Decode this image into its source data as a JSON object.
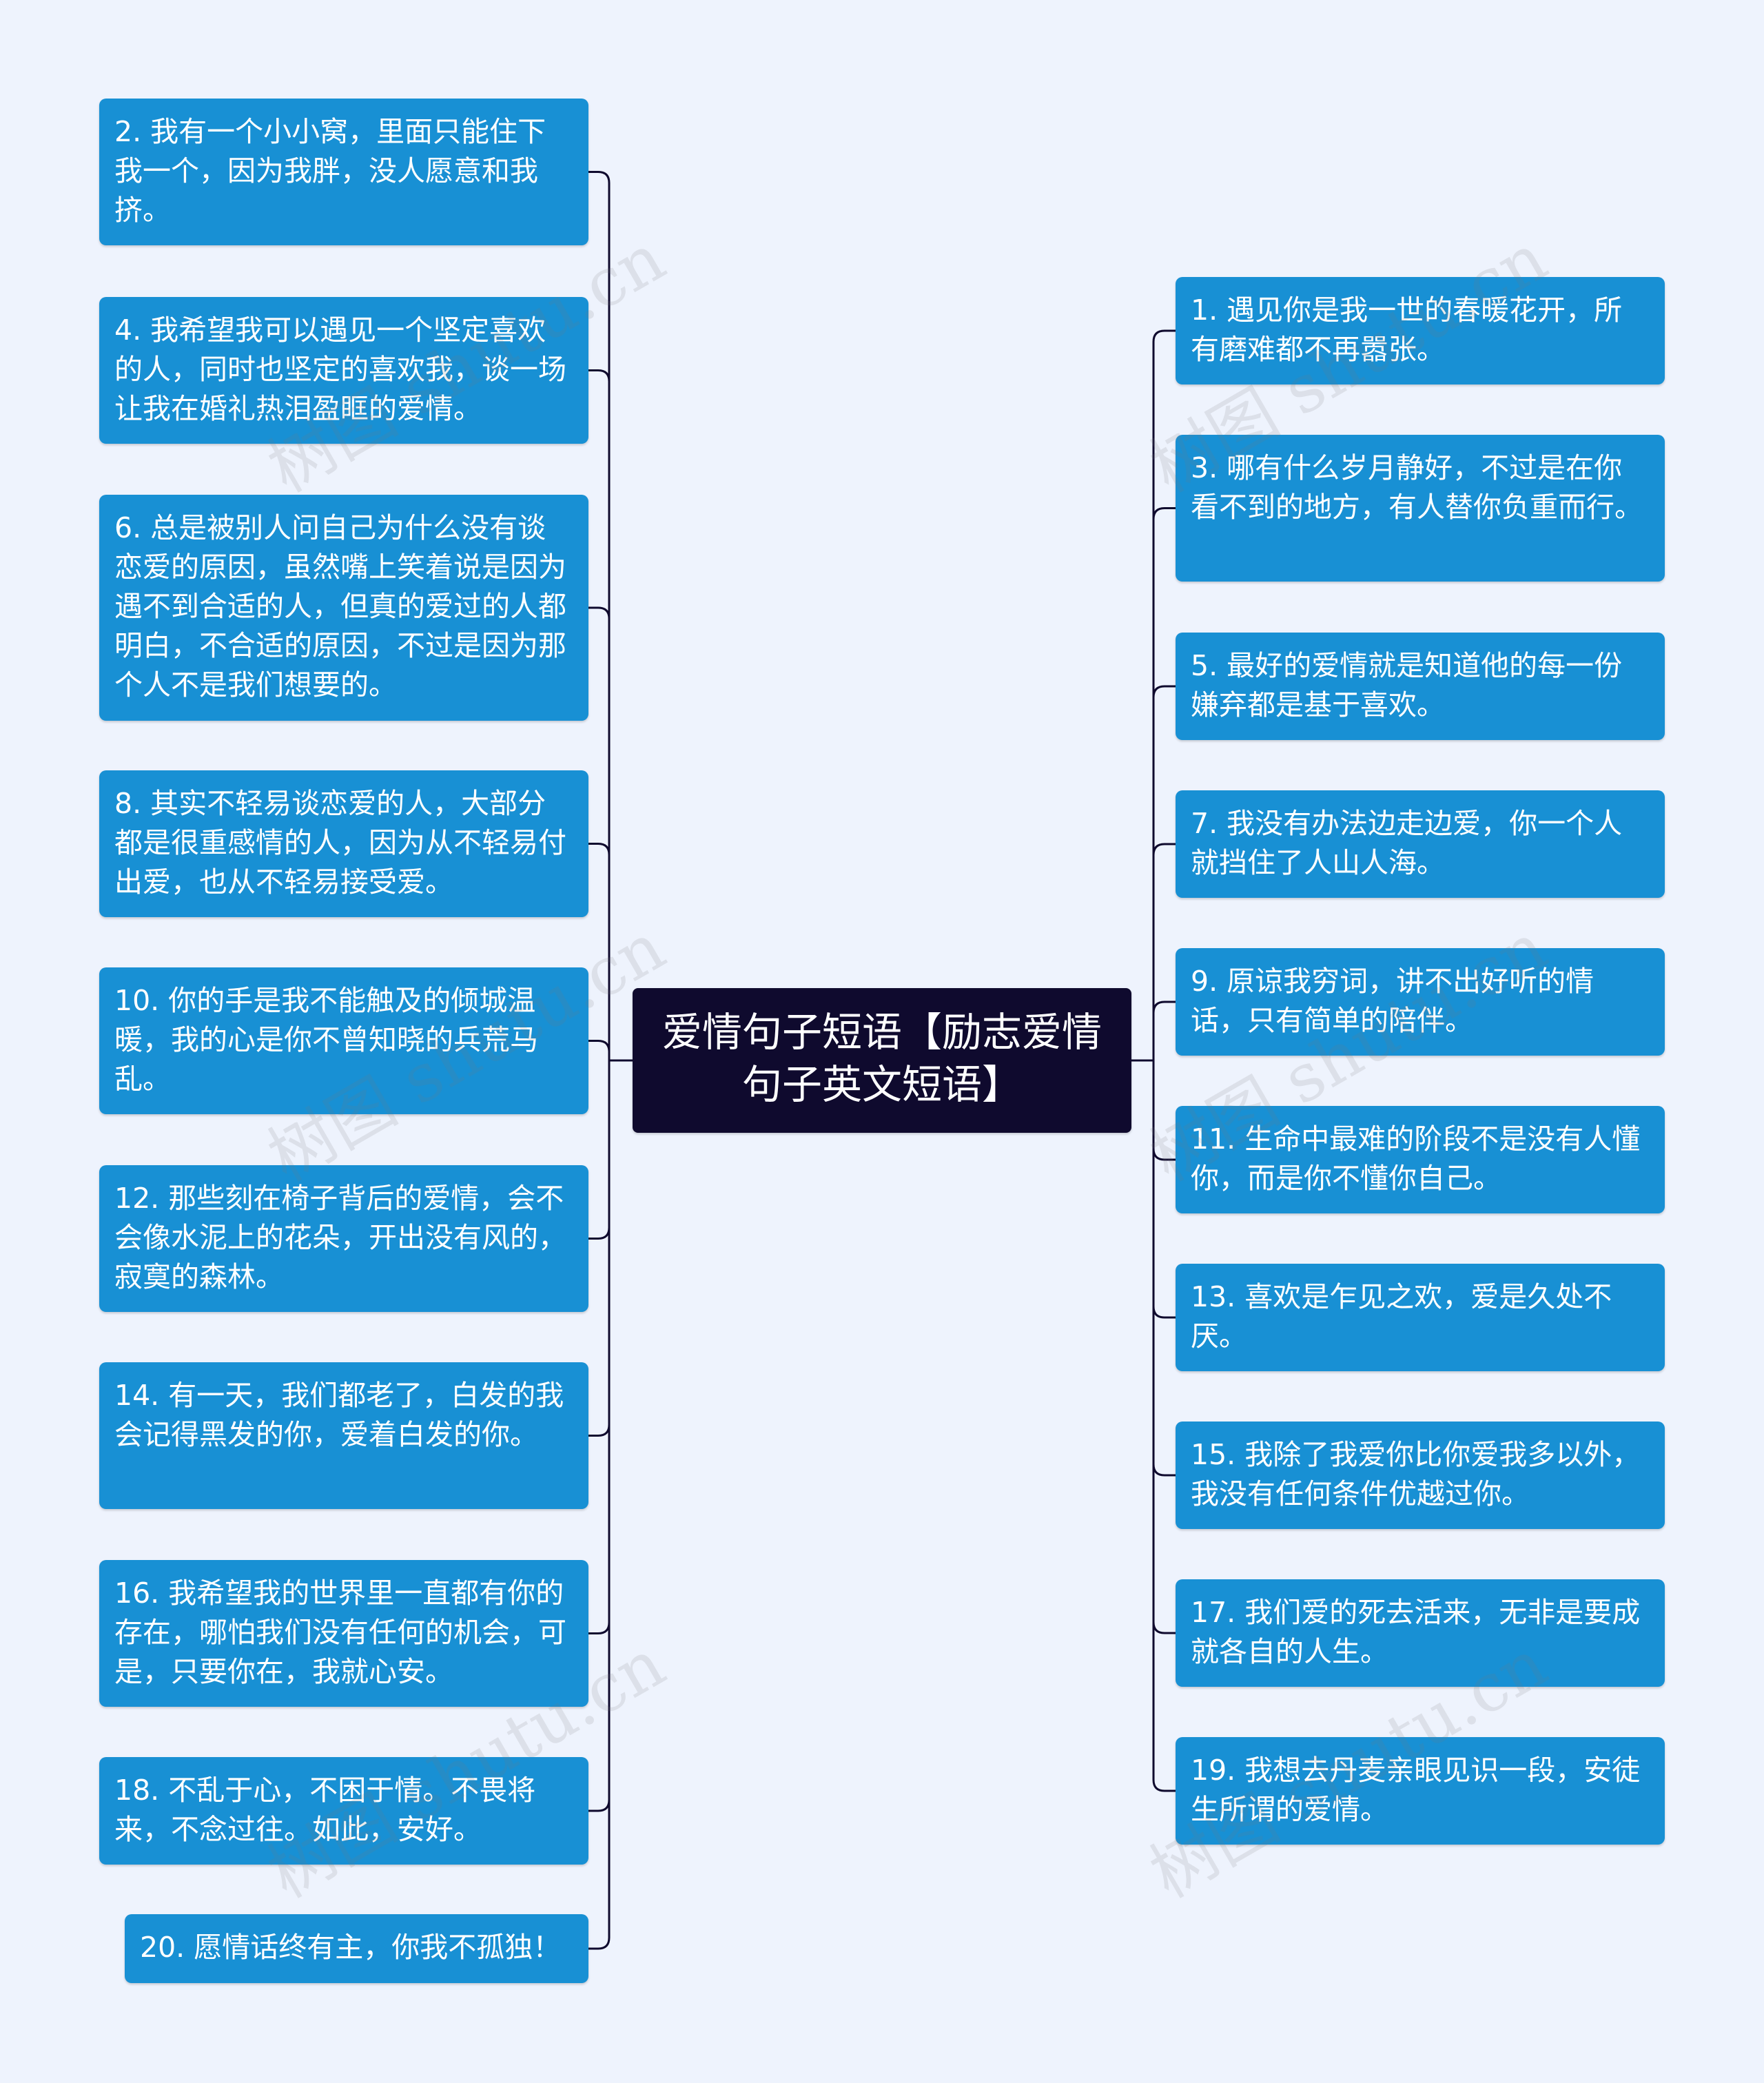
{
  "center": {
    "text": "爱情句子短语【励志爱情句子英文短语】"
  },
  "left_nodes": [
    {
      "text": "2. 我有一个小小窝，里面只能住下我一个，因为我胖，没人愿意和我挤。"
    },
    {
      "text": "4. 我希望我可以遇见一个坚定喜欢的人，同时也坚定的喜欢我，谈一场让我在婚礼热泪盈眶的爱情。"
    },
    {
      "text": "6. 总是被别人问自己为什么没有谈恋爱的原因，虽然嘴上笑着说是因为遇不到合适的人，但真的爱过的人都明白，不合适的原因，不过是因为那个人不是我们想要的。"
    },
    {
      "text": "8. 其实不轻易谈恋爱的人，大部分都是很重感情的人，因为从不轻易付出爱，也从不轻易接受爱。"
    },
    {
      "text": "10. 你的手是我不能触及的倾城温暖，我的心是你不曾知晓的兵荒马乱。"
    },
    {
      "text": "12. 那些刻在椅子背后的爱情，会不会像水泥上的花朵，开出没有风的，寂寞的森林。"
    },
    {
      "text": "14. 有一天，我们都老了，白发的我会记得黑发的你，爱着白发的你。"
    },
    {
      "text": "16. 我希望我的世界里一直都有你的存在，哪怕我们没有任何的机会，可是，只要你在，我就心安。"
    },
    {
      "text": "18. 不乱于心，不困于情。不畏将来，不念过往。如此，安好。"
    },
    {
      "text": "20. 愿情话终有主，你我不孤独！"
    }
  ],
  "right_nodes": [
    {
      "text": "1. 遇见你是我一世的春暖花开，所有磨难都不再嚣张。"
    },
    {
      "text": "3. 哪有什么岁月静好，不过是在你看不到的地方，有人替你负重而行。"
    },
    {
      "text": "5. 最好的爱情就是知道他的每一份嫌弃都是基于喜欢。"
    },
    {
      "text": "7. 我没有办法边走边爱，你一个人就挡住了人山人海。"
    },
    {
      "text": "9. 原谅我穷词，讲不出好听的情话，只有简单的陪伴。"
    },
    {
      "text": "11. 生命中最难的阶段不是没有人懂你，而是你不懂你自己。"
    },
    {
      "text": "13. 喜欢是乍见之欢，爱是久处不厌。"
    },
    {
      "text": "15. 我除了我爱你比你爱我多以外，我没有任何条件优越过你。"
    },
    {
      "text": "17. 我们爱的死去活来，无非是要成就各自的人生。"
    },
    {
      "text": "19. 我想去丹麦亲眼见识一段，安徒生所谓的爱情。"
    }
  ],
  "watermark": "树图 shutu.cn",
  "colors": {
    "background": "#eef3fd",
    "node": "#1890d4",
    "center": "#0f0a2e",
    "line": "#0f0a2e"
  }
}
